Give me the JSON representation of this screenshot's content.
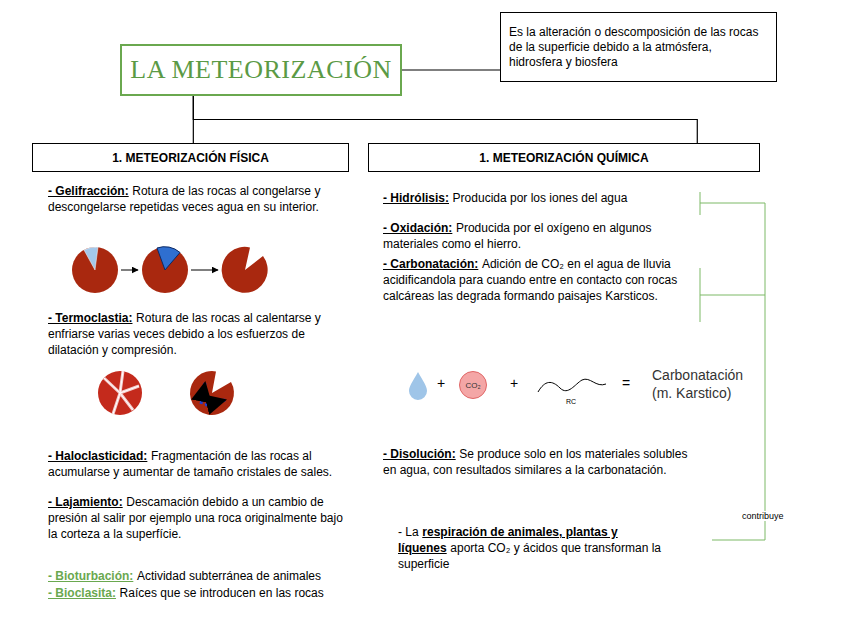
{
  "diagram": {
    "nodes": [
      {
        "text": [
          "LA METEORIZACIÓN"
        ]
      },
      {
        "text": [
          "Es la alteración o descomposición de las rocas de la superficie debido a la atmósfera, hidrosfera y biosfera"
        ]
      },
      {
        "text": [
          "1. METEORIZACIÓN FÍSICA"
        ]
      },
      {
        "text": [
          "1. METEORIZACIÓN QUÍMICA"
        ]
      },
      {
        "text": [
          "CO₂"
        ]
      }
    ],
    "edges": [
      {
        "from": 0,
        "to": 1,
        "arrow": "none"
      },
      {
        "from": 0,
        "to": 2,
        "arrow": "none"
      },
      {
        "from": 0,
        "to": 3,
        "arrow": "none"
      }
    ],
    "labels": [
      "- Gelifracción:",
      "Rotura de las rocas al congelarse y descongelarse repetidas veces agua en su interior.",
      "- Termoclastia:",
      "Rotura de las rocas al calentarse y enfriarse varias veces debido a los esfuerzos de dilatación y compresión.",
      "- Haloclasticidad:",
      "Fragmentación de las rocas al acumularse y aumentar de tamaño cristales de sales.",
      "- Lajamiento:",
      "Descamación debido a un cambio de presión al salir por ejemplo una roca originalmente bajo la corteza a la superfície.",
      "- Bioturbación:",
      "Actividad subterránea de animales",
      "- Bioclasita:",
      "Raíces que se introducen en las rocas",
      "- Hidrólisis:",
      "Producida por los iones del agua",
      "- Oxidación:",
      "Producida por el oxígeno en algunos materiales como el hierro.",
      "- Carbonatación:",
      "Adición de CO₂ en el agua de lluvia acidificandola para cuando entre en contacto con rocas calcáreas las degrada formando paisajes Karsticos.",
      "+",
      "+",
      "RC",
      "=",
      "Carbonatación (m. Karstico)",
      "- Disolución:",
      "Se produce solo en los materiales solubles en agua, con resultados similares a la carbonatación.",
      "- La",
      "respiración de animales, plantas y líquenes",
      "aporta CO₂ y ácidos que transforman la superficie",
      "contribuye"
    ]
  }
}
